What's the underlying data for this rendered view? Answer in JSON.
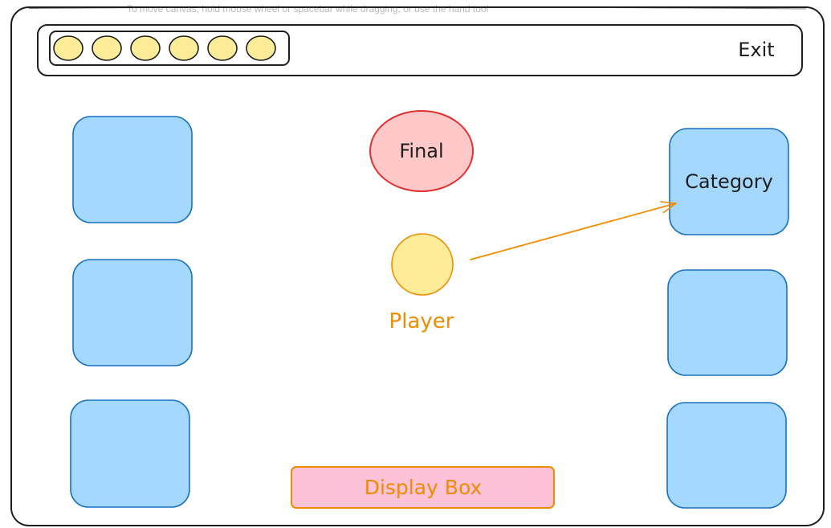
{
  "canvas_hint": "To move canvas, hold mouse wheel or spacebar while dragging, or use the hand tool",
  "header": {
    "exit_label": "Exit",
    "life_count": 6
  },
  "labels": {
    "final": "Final",
    "player": "Player",
    "category": "Category",
    "display_box": "Display Box"
  },
  "colors": {
    "stroke": "#1e1e1e",
    "tile_fill": "#a5d8ff",
    "tile_stroke": "#1971c2",
    "final_fill": "#ffc9c9",
    "final_stroke": "#e03131",
    "player_fill": "#ffec99",
    "player_stroke": "#f08c00",
    "life_fill": "#ffec99",
    "display_fill": "#fcc2d7",
    "display_stroke": "#f08c00",
    "accent_text": "#f08c00"
  }
}
